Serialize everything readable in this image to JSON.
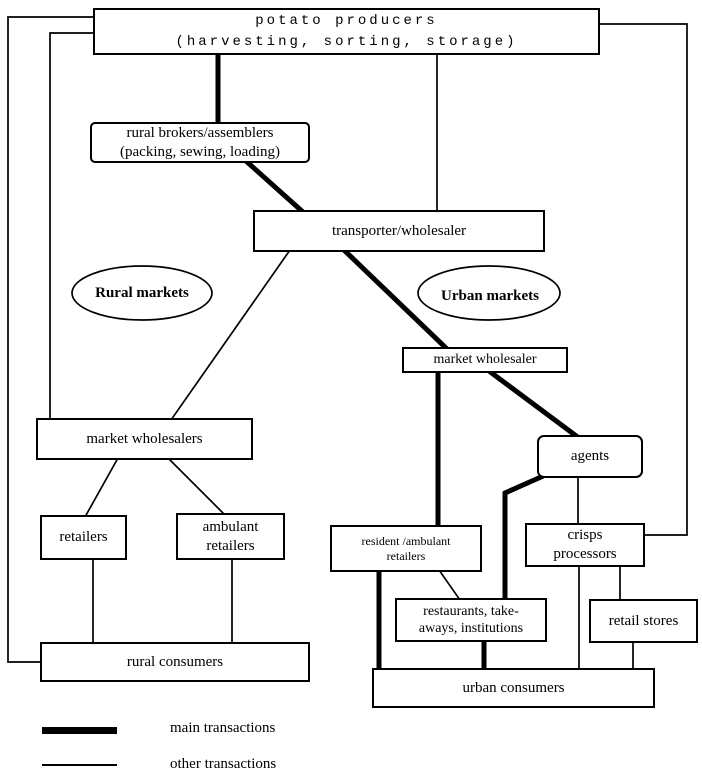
{
  "diagram": {
    "title_present": false,
    "colors": {
      "line": "#000000",
      "background": "#ffffff",
      "text": "#000000"
    },
    "nodes": {
      "potato_producers": {
        "label": "potato producers\n(harvesting, sorting, storage)"
      },
      "rural_brokers": {
        "label": "rural brokers/assemblers\n(packing, sewing, loading)"
      },
      "transporter_wholesaler": {
        "label": "transporter/wholesaler"
      },
      "market_wholesaler_urban": {
        "label": "market wholesaler"
      },
      "market_wholesalers_rural": {
        "label": "market wholesalers"
      },
      "agents": {
        "label": "agents"
      },
      "retailers": {
        "label": "retailers"
      },
      "ambulant_retailers": {
        "label": "ambulant\nretailers"
      },
      "resident_ambulant_retailers": {
        "label": "resident /ambulant\nretailers"
      },
      "crisps_processors": {
        "label": "crisps\nprocessors"
      },
      "restaurants": {
        "label": "restaurants, take-\naways, institutions"
      },
      "retail_stores": {
        "label": "retail stores"
      },
      "rural_consumers": {
        "label": "rural consumers"
      },
      "urban_consumers": {
        "label": "urban consumers"
      }
    },
    "region_labels": {
      "rural_markets": {
        "label": "Rural markets"
      },
      "urban_markets": {
        "label": "Urban markets"
      }
    },
    "legend": {
      "main": {
        "label": "main transactions",
        "style": "thick"
      },
      "other": {
        "label": "other transactions",
        "style": "thin"
      }
    },
    "edges": [
      {
        "from": "potato_producers",
        "to": "rural_brokers",
        "type": "main"
      },
      {
        "from": "rural_brokers",
        "to": "transporter_wholesaler",
        "type": "main"
      },
      {
        "from": "transporter_wholesaler",
        "to": "market_wholesaler_urban",
        "type": "main"
      },
      {
        "from": "market_wholesaler_urban",
        "to": "agents",
        "type": "main"
      },
      {
        "from": "market_wholesaler_urban",
        "to": "resident_ambulant_retailers",
        "type": "main"
      },
      {
        "from": "agents",
        "to": "restaurants",
        "type": "main"
      },
      {
        "from": "resident_ambulant_retailers",
        "to": "urban_consumers",
        "type": "main"
      },
      {
        "from": "restaurants",
        "to": "urban_consumers",
        "type": "main"
      },
      {
        "from": "potato_producers",
        "to": "rural_consumers",
        "type": "other"
      },
      {
        "from": "potato_producers",
        "to": "market_wholesalers_rural",
        "type": "other"
      },
      {
        "from": "potato_producers",
        "to": "transporter_wholesaler",
        "type": "other"
      },
      {
        "from": "potato_producers",
        "to": "crisps_processors",
        "type": "other"
      },
      {
        "from": "transporter_wholesaler",
        "to": "market_wholesalers_rural",
        "type": "other"
      },
      {
        "from": "market_wholesalers_rural",
        "to": "retailers",
        "type": "other"
      },
      {
        "from": "market_wholesalers_rural",
        "to": "ambulant_retailers",
        "type": "other"
      },
      {
        "from": "retailers",
        "to": "rural_consumers",
        "type": "other"
      },
      {
        "from": "ambulant_retailers",
        "to": "rural_consumers",
        "type": "other"
      },
      {
        "from": "agents",
        "to": "crisps_processors",
        "type": "other"
      },
      {
        "from": "crisps_processors",
        "to": "retail_stores",
        "type": "other"
      },
      {
        "from": "crisps_processors",
        "to": "urban_consumers",
        "type": "other"
      },
      {
        "from": "retail_stores",
        "to": "urban_consumers",
        "type": "other"
      },
      {
        "from": "resident_ambulant_retailers",
        "to": "restaurants",
        "type": "other"
      }
    ]
  }
}
